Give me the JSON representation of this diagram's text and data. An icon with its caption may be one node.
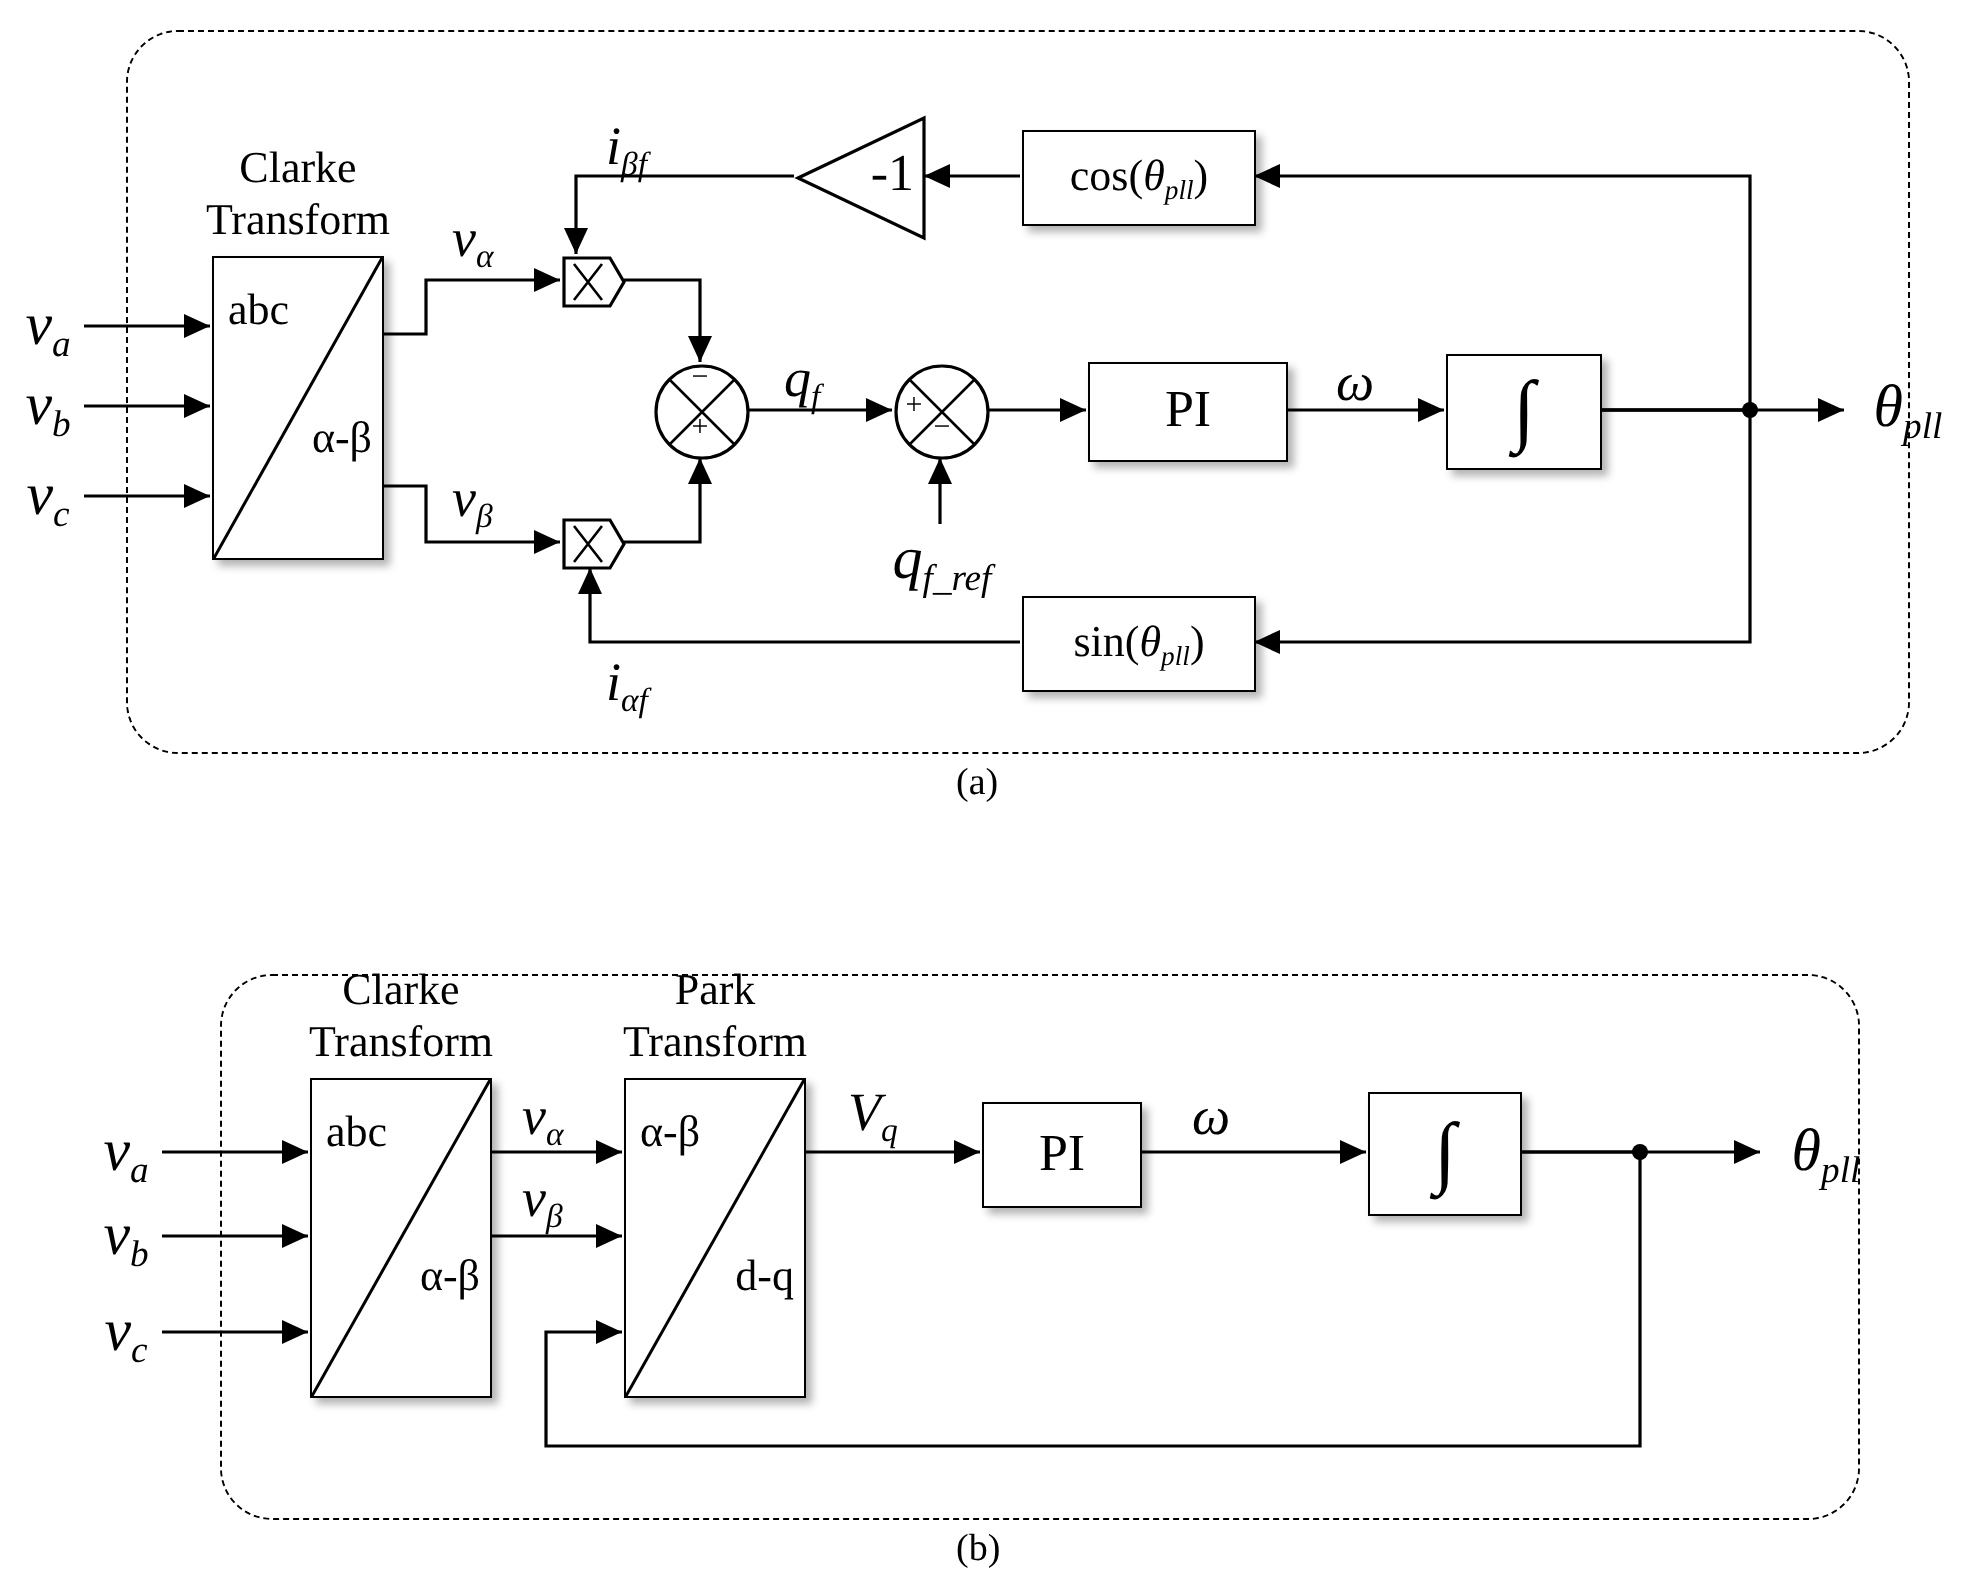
{
  "diagram": {
    "nodes": [
      {
        "text": [],
        "shape": "box"
      },
      {
        "text": [
          "v$_{a}$"
        ]
      },
      {
        "text": [
          "v$_{b}$"
        ]
      },
      {
        "text": [
          "v$_{c}$"
        ]
      },
      {
        "text": [
          "Clarke Transform",
          "abc",
          "α-β"
        ],
        "in": 0
      },
      {
        "text": [],
        "shape": "box",
        "in": 0
      },
      {
        "text": [],
        "shape": "box",
        "in": 0
      },
      {
        "text": [],
        "shape": "circle",
        "in": 0
      },
      {
        "text": [
          "-1"
        ],
        "in": 0
      },
      {
        "text": [
          "cos(*θ*$_{pll}$)"
        ],
        "in": 0
      },
      {
        "text": [],
        "shape": "circle",
        "in": 0
      },
      {
        "text": [
          "q$_{f_ref}$"
        ],
        "in": 0
      },
      {
        "text": [
          "PI"
        ],
        "in": 0
      },
      {
        "text": [
          "∫"
        ],
        "in": 0
      },
      {
        "text": [
          "sin(*θ*$_{pll}$)"
        ],
        "in": 0
      },
      {
        "text": [
          "θ$_{pll}$"
        ]
      },
      {
        "text": [],
        "shape": "box"
      },
      {
        "text": [
          "v$_{a}$"
        ]
      },
      {
        "text": [
          "v$_{b}$"
        ]
      },
      {
        "text": [
          "v$_{c}$"
        ]
      },
      {
        "text": [
          "Clarke Transform",
          "abc",
          "α-β"
        ],
        "in": 16
      },
      {
        "text": [
          "Park Transform",
          "α-β",
          "d-q"
        ],
        "in": 16
      },
      {
        "text": [
          "PI"
        ],
        "in": 16
      },
      {
        "text": [
          "∫"
        ],
        "in": 16
      },
      {
        "text": [
          "θ$_{pll}$"
        ],
        "in": 16
      }
    ],
    "edges": [
      {
        "from": 1,
        "to": 4,
        "arrow": "to"
      },
      {
        "from": 2,
        "to": 4,
        "arrow": "to"
      },
      {
        "from": 3,
        "to": 4,
        "arrow": "to"
      },
      {
        "from": 4,
        "to": 5,
        "arrow": "to",
        "label": "v$_{α}$"
      },
      {
        "from": 4,
        "to": 6,
        "arrow": "to",
        "label": "v$_{β}$"
      },
      {
        "from": 9,
        "to": 8,
        "arrow": "to"
      },
      {
        "from": 8,
        "to": 5,
        "arrow": "to",
        "label": "i$_{βf}$"
      },
      {
        "from": 14,
        "to": 6,
        "arrow": "to",
        "label": "i$_{αf}$"
      },
      {
        "from": 5,
        "to": 7,
        "arrow": "to"
      },
      {
        "from": 6,
        "to": 7,
        "arrow": "to"
      },
      {
        "from": 7,
        "to": 10,
        "arrow": "to",
        "label": "q$_{f}$"
      },
      {
        "from": 11,
        "to": 10,
        "arrow": "to"
      },
      {
        "from": 10,
        "to": 12,
        "arrow": "to"
      },
      {
        "from": 12,
        "to": 13,
        "arrow": "to",
        "label": "ω"
      },
      {
        "from": 13,
        "to": 15,
        "arrow": "to"
      },
      {
        "from": 13,
        "to": 9,
        "arrow": "to"
      },
      {
        "from": 13,
        "to": 14,
        "arrow": "to"
      },
      {
        "from": 17,
        "to": 20,
        "arrow": "to"
      },
      {
        "from": 18,
        "to": 20,
        "arrow": "to"
      },
      {
        "from": 19,
        "to": 20,
        "arrow": "to"
      },
      {
        "from": 20,
        "to": 21,
        "arrow": "to",
        "label": "v$_{α}$"
      },
      {
        "from": 20,
        "to": 21,
        "arrow": "to",
        "label": "v$_{β}$"
      },
      {
        "from": 21,
        "to": 22,
        "arrow": "to",
        "label": "V$_{q}$"
      },
      {
        "from": 22,
        "to": 23,
        "arrow": "to",
        "label": "ω"
      },
      {
        "from": 23,
        "to": 24,
        "arrow": "to"
      },
      {
        "from": 23,
        "to": 21,
        "arrow": "to"
      }
    ],
    "labels": [
      "−",
      "+",
      "+",
      "−",
      "(a)",
      "(b)"
    ]
  }
}
